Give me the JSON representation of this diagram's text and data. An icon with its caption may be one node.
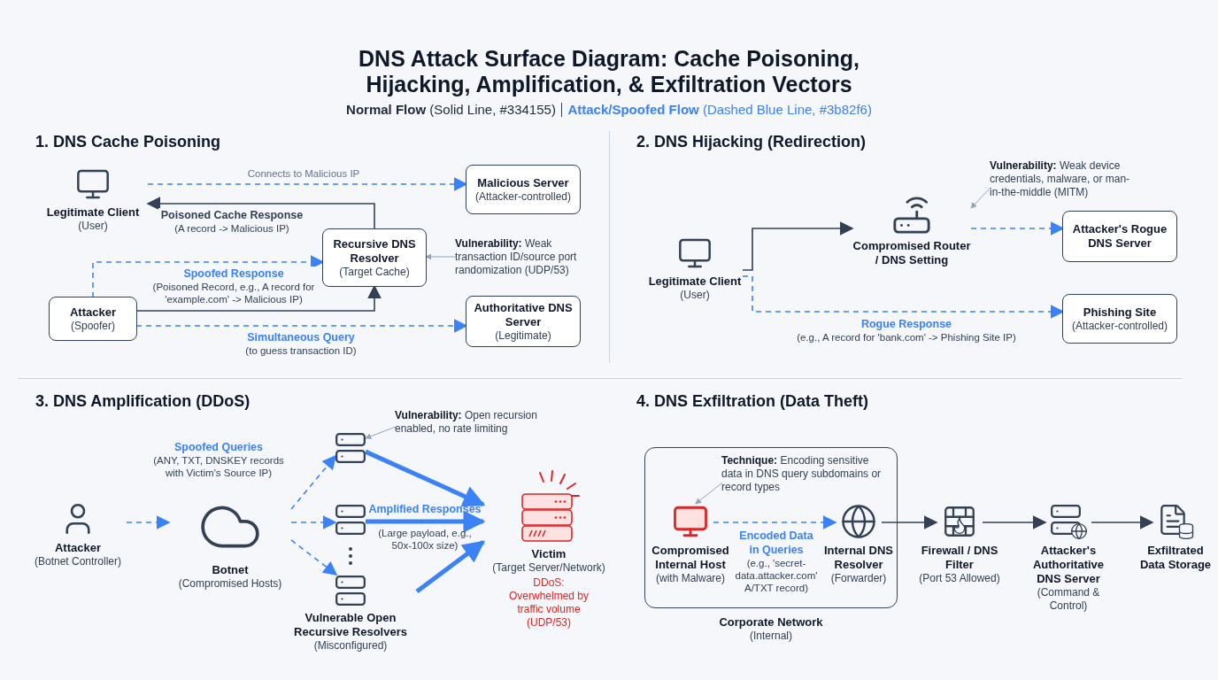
{
  "diagram": {
    "title": "DNS Attack Surface Diagram: Cache Poisoning, Hijacking, Amplification, & Exfiltration Vectors",
    "nodes": [
      {
        "text": [
          "Legitimate Client",
          "(User)"
        ]
      },
      {
        "text": [
          "Malicious Server",
          "(Attacker-controlled)"
        ]
      },
      {
        "text": [
          "Recursive DNS Resolver",
          "(Target Cache)"
        ]
      },
      {
        "text": [
          "**Vulnerability:** Weak transaction ID/source port randomization (UDP/53)"
        ]
      },
      {
        "text": [
          "Attacker",
          "(Spoofer)"
        ]
      },
      {
        "text": [
          "Authoritative DNS Server",
          "(Legitimate)"
        ]
      },
      {
        "text": [
          "Legitimate Client",
          "(User)"
        ]
      },
      {
        "text": [
          "Compromised Router / DNS Setting"
        ]
      },
      {
        "text": [
          "**Vulnerability:** Weak device credentials, malware, or man-in-the-middle (MITM)"
        ]
      },
      {
        "text": [
          "Attacker's Rogue DNS Server"
        ]
      },
      {
        "text": [
          "Phishing Site",
          "(Attacker-controlled)"
        ]
      },
      {
        "text": [
          "Attacker",
          "(Botnet Controller)"
        ]
      },
      {
        "text": [
          "Botnet",
          "(Compromised Hosts)"
        ]
      },
      {
        "text": [],
        "shape": "server"
      },
      {
        "text": [],
        "shape": "server"
      },
      {
        "text": [
          "Vulnerable Open Recursive Resolvers",
          "(Misconfigured)"
        ]
      },
      {
        "text": [
          "**Vulnerability:** Open recursion enabled, no rate limiting"
        ]
      },
      {
        "text": [
          "Victim",
          "(Target Server/Network)",
          "DDoS: Overwhelmed by traffic volume (UDP/53)"
        ]
      },
      {
        "text": [
          "Corporate Network",
          "(Internal)"
        ]
      },
      {
        "text": [
          "**Technique:** Encoding sensitive data in DNS query subdomains or record types"
        ],
        "in": 18
      },
      {
        "text": [
          "Compromised Internal Host",
          "(with Malware)"
        ],
        "in": 18
      },
      {
        "text": [
          "Internal DNS Resolver",
          "(Forwarder)"
        ],
        "in": 18
      },
      {
        "text": [
          "Firewall / DNS Filter",
          "(Port 53 Allowed)"
        ]
      },
      {
        "text": [
          "Attacker's Authoritative DNS Server",
          "(Command & Control)"
        ]
      },
      {
        "text": [
          "Exfiltrated Data Storage"
        ]
      }
    ],
    "edges": [
      {
        "from": 0,
        "to": 1,
        "arrow": "to",
        "style": "dashed",
        "label": "Connects to Malicious IP"
      },
      {
        "from": 2,
        "to": 0,
        "arrow": "to",
        "color": "#334155",
        "label": "**Poisoned Cache Response** (A record -> Malicious IP)"
      },
      {
        "from": 3,
        "to": 2,
        "arrow": "to",
        "color": "#94a3b8"
      },
      {
        "from": 4,
        "to": 2,
        "arrow": "to",
        "style": "dashed",
        "label": "**Spoofed Response** (Poisoned Record, e.g., A record for 'example.com' -> Malicious IP)"
      },
      {
        "from": 4,
        "to": 2,
        "arrow": "to",
        "color": "#334155"
      },
      {
        "from": 4,
        "to": 5,
        "arrow": "to",
        "style": "dashed",
        "label": "**Simultaneous Query** (to guess transaction ID)"
      },
      {
        "from": 6,
        "to": 7,
        "arrow": "to",
        "color": "#334155"
      },
      {
        "from": 8,
        "to": 7,
        "arrow": "to",
        "color": "#94a3b8"
      },
      {
        "from": 7,
        "to": 9,
        "arrow": "to",
        "style": "dashed"
      },
      {
        "from": 6,
        "to": 10,
        "arrow": "to",
        "style": "dashed",
        "label": "**Rogue Response** (e.g., A record for 'bank.com' -> Phishing Site IP)"
      },
      {
        "from": 11,
        "to": 12,
        "arrow": "to",
        "style": "dashed"
      },
      {
        "from": 12,
        "to": 13,
        "arrow": "to",
        "style": "dashed",
        "label": "**Spoofed Queries** (ANY, TXT, DNSKEY records with Victim's Source IP)"
      },
      {
        "from": 12,
        "to": 14,
        "arrow": "to",
        "style": "dashed"
      },
      {
        "from": 12,
        "to": 15,
        "arrow": "to",
        "style": "dashed"
      },
      {
        "from": 16,
        "to": 13,
        "arrow": "to",
        "color": "#94a3b8"
      },
      {
        "from": 13,
        "to": 17,
        "arrow": "to",
        "style": "thick"
      },
      {
        "from": 14,
        "to": 17,
        "arrow": "to",
        "style": "thick",
        "label": "**Amplified Responses** (Large payload, e.g., 50x-100x size)"
      },
      {
        "from": 15,
        "to": 17,
        "arrow": "to",
        "style": "thick"
      },
      {
        "from": 19,
        "to": 20,
        "arrow": "to",
        "color": "#94a3b8"
      },
      {
        "from": 20,
        "to": 21,
        "arrow": "to",
        "style": "dashed",
        "label": "**Encoded Data in Queries** (e.g., 'secret-data.attacker.com' A/TXT record)"
      },
      {
        "from": 21,
        "to": 22,
        "arrow": "to",
        "color": "#334155"
      },
      {
        "from": 22,
        "to": 23,
        "arrow": "to",
        "color": "#334155"
      },
      {
        "from": 23,
        "to": 24,
        "arrow": "to",
        "color": "#334155"
      }
    ],
    "labels": [
      "**Normal Flow** (Solid Line, #334155)",
      "**Attack/Spoofed Flow** (Dashed Blue Line, #3b82f6)",
      "1. DNS Cache Poisoning",
      "2. DNS Hijacking (Redirection)",
      "3. DNS Amplification (DDoS)",
      "4. DNS Exfiltration (Data Theft)"
    ]
  }
}
